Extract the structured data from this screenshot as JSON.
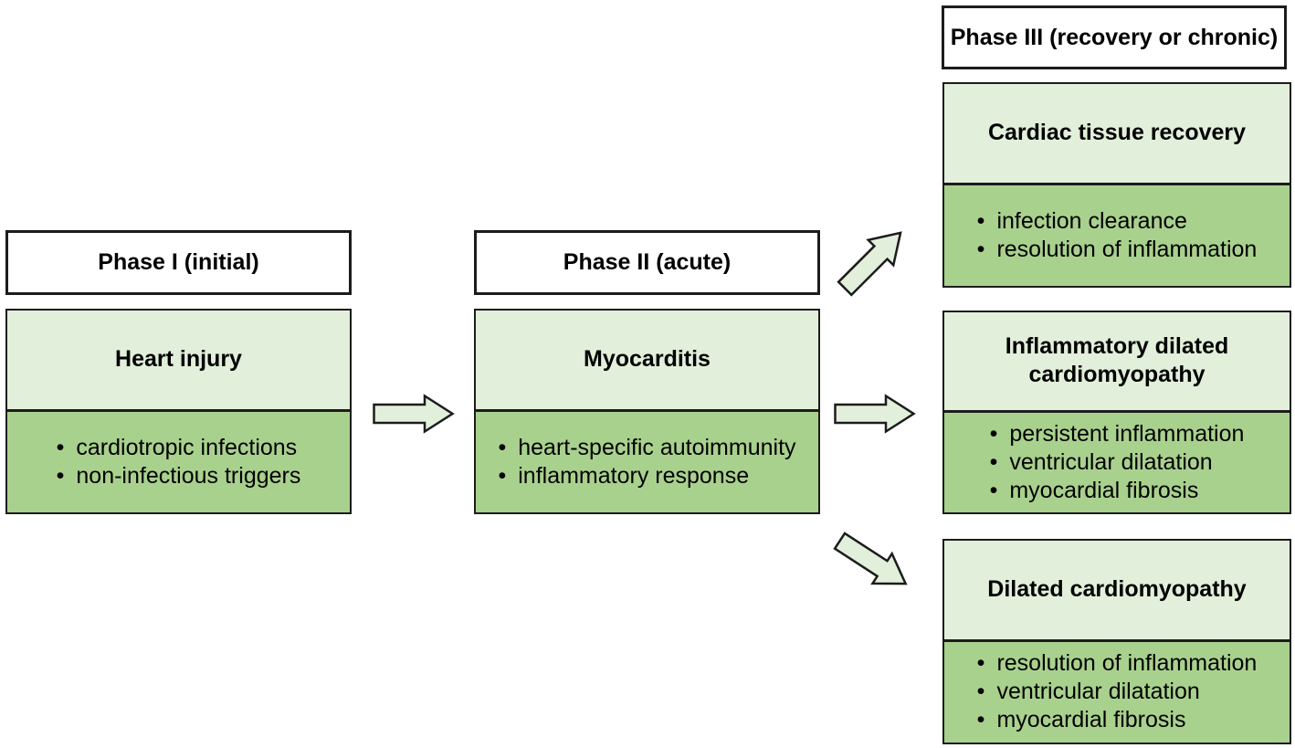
{
  "bullet_char": "•",
  "colors": {
    "section_light_green": "#e2efda",
    "section_medium_green": "#a9d18e",
    "border": "#1c1c1c",
    "header_background": "#ffffff",
    "text": "#000000"
  },
  "phase1": {
    "header_label": "Phase I (initial)",
    "card": {
      "title": "Heart injury",
      "bullets": [
        "cardiotropic infections",
        "non-infectious triggers"
      ]
    }
  },
  "phase2": {
    "header_label": "Phase II (acute)",
    "card": {
      "title": "Myocarditis",
      "bullets": [
        "heart-specific autoimmunity",
        "inflammatory response"
      ]
    }
  },
  "phase3": {
    "header_label": "Phase III (recovery or chronic)",
    "cards": [
      {
        "title": "Cardiac tissue recovery",
        "bullets": [
          "infection clearance",
          "resolution of inflammation"
        ]
      },
      {
        "title": "Inflammatory dilated cardiomyopathy",
        "bullets": [
          "persistent inflammation",
          "ventricular dilatation",
          "myocardial fibrosis"
        ]
      },
      {
        "title": "Dilated cardiomyopathy",
        "bullets": [
          "resolution of inflammation",
          "ventricular dilatation",
          "myocardial fibrosis"
        ]
      }
    ]
  }
}
